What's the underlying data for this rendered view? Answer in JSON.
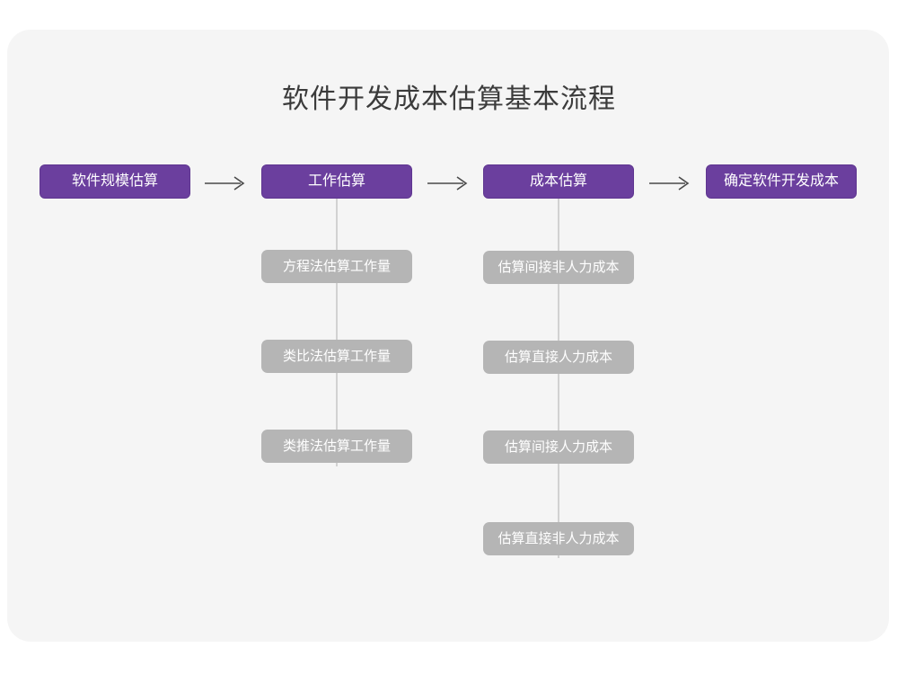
{
  "diagram": {
    "title": "软件开发成本估算基本流程",
    "title_color": "#3b3b3b",
    "card_background": "#f5f5f5",
    "page_background": "#ffffff",
    "primary_color": "#6b3f9e",
    "secondary_color": "#b5b5b5",
    "connector_color": "#d2d2d2",
    "arrow_color": "#4a4a4a",
    "arrow_glyph": "right-arrow-icon",
    "stages": [
      {
        "id": "stage-1",
        "label": "软件规模估算",
        "substeps": []
      },
      {
        "id": "stage-2",
        "label": "工作估算",
        "substeps": [
          "方程法估算工作量",
          "类比法估算工作量",
          "类推法估算工作量"
        ]
      },
      {
        "id": "stage-3",
        "label": "成本估算",
        "substeps": [
          "估算间接非人力成本",
          "估算直接人力成本",
          "估算间接人力成本",
          "估算直接非人力成本"
        ]
      },
      {
        "id": "stage-4",
        "label": "确定软件开发成本",
        "substeps": []
      }
    ],
    "arrows": [
      {
        "id": "arrow-1",
        "from": "stage-1",
        "to": "stage-2"
      },
      {
        "id": "arrow-2",
        "from": "stage-2",
        "to": "stage-3"
      },
      {
        "id": "arrow-3",
        "from": "stage-3",
        "to": "stage-4"
      }
    ]
  }
}
